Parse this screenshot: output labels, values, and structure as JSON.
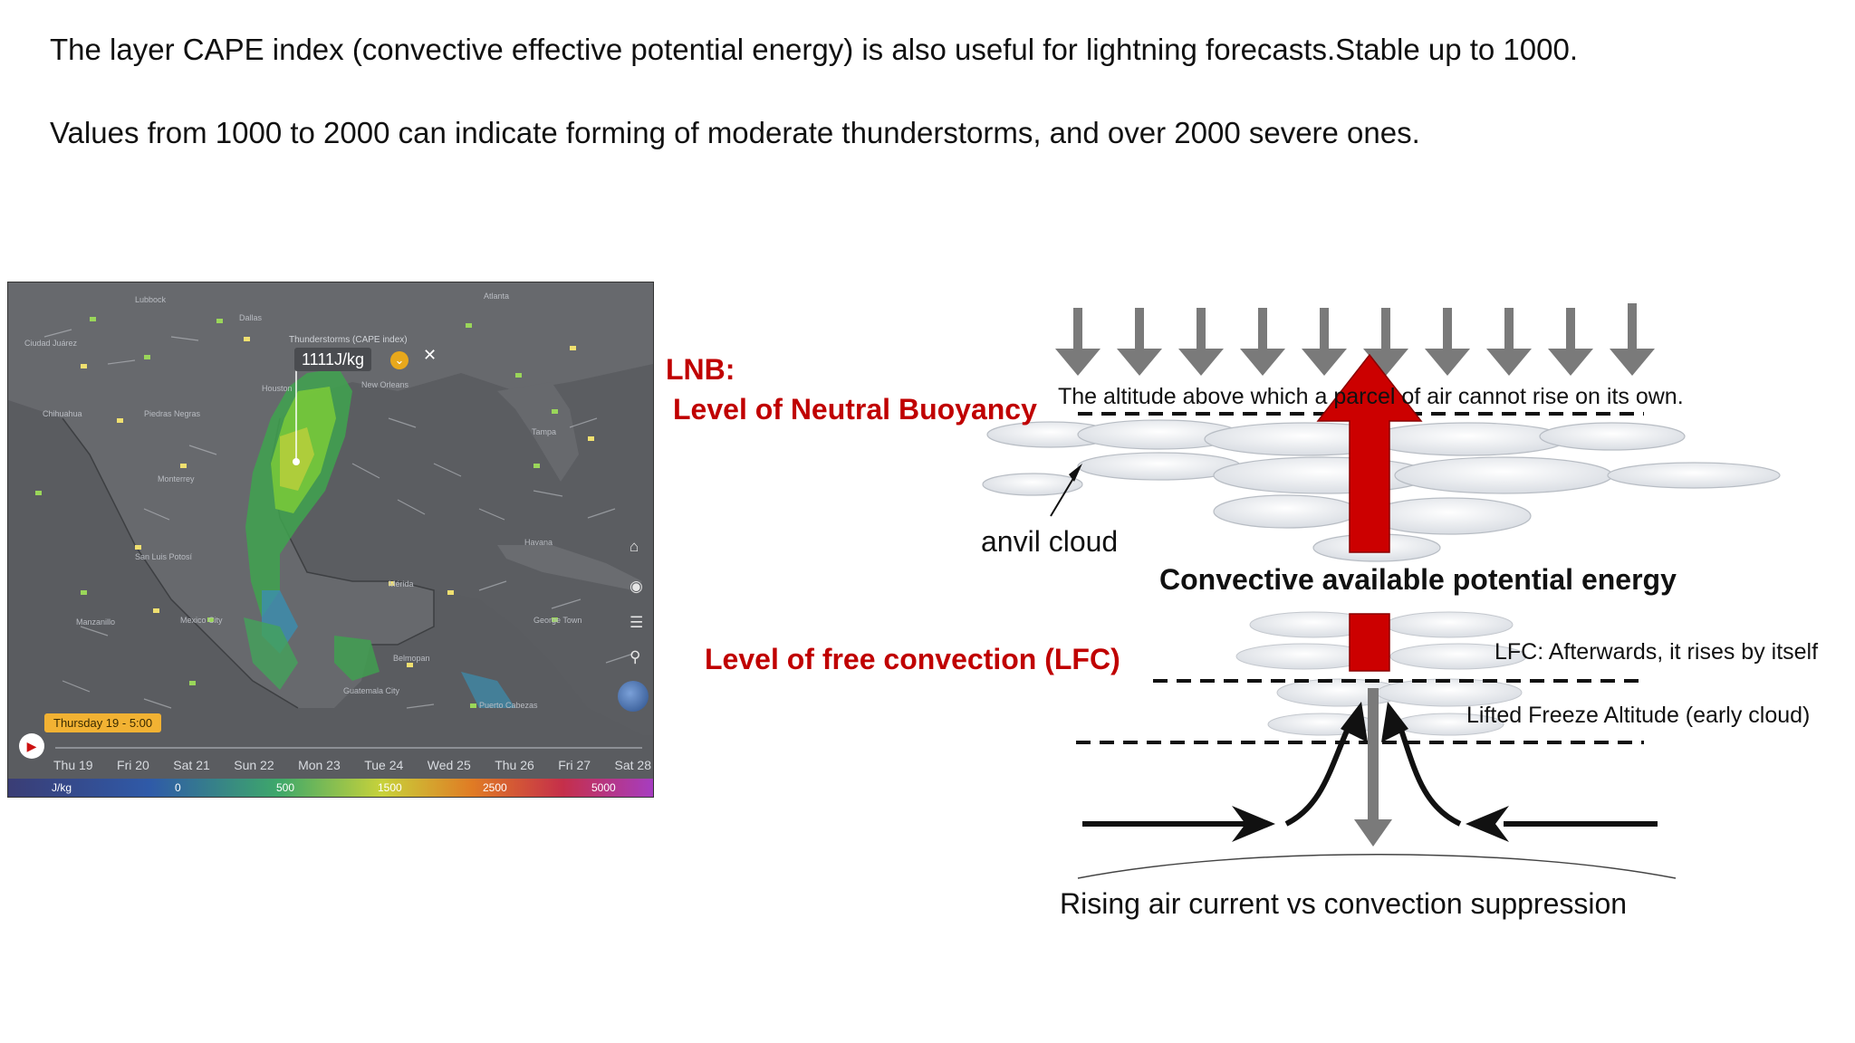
{
  "intro": {
    "line1": "The layer CAPE index (convective effective potential energy) is also useful for lightning forecasts.Stable up to 1000.",
    "line2": "Values from 1000 to 2000 can indicate forming of moderate thunderstorms, and over 2000 severe ones."
  },
  "map": {
    "popup_header": "Thunderstorms (CAPE index)",
    "popup_value": "1111J/kg",
    "date_tag": "Thursday 19 - 5:00",
    "days": [
      "Thu 19",
      "Fri 20",
      "Sat 21",
      "Sun 22",
      "Mon 23",
      "Tue 24",
      "Wed 25",
      "Thu 26",
      "Fri 27",
      "Sat 28"
    ],
    "legend": {
      "unit": "J/kg",
      "ticks": [
        "0",
        "500",
        "1500",
        "2500",
        "5000"
      ]
    },
    "place_labels": [
      "Lubbock",
      "Dallas",
      "Atlanta",
      "Ciudad Juárez",
      "Chihuahua",
      "Piedras Negras",
      "Houston",
      "New Orleans",
      "Tampa",
      "Monterrey",
      "San Luis Potosí",
      "Manzanillo",
      "Mexico City",
      "Mérida",
      "Havana",
      "George Town",
      "Belmopan",
      "Guatemala City",
      "Puerto Cabezas"
    ]
  },
  "diagram": {
    "lnb_abbrev": "LNB:",
    "lnb_full": "Level of Neutral Buoyancy",
    "lnb_desc": "The altitude above which a parcel of air cannot rise on its own.",
    "anvil": "anvil cloud",
    "cape_label": "Convective available potential energy",
    "lfc_label": "Level of free convection (LFC)",
    "lfc_desc": "LFC: Afterwards, it rises by itself",
    "freeze_desc": "Lifted Freeze Altitude (early cloud)",
    "bottom_label": "Rising air current  vs convection suppression"
  },
  "colors": {
    "accent_red": "#c00000",
    "arrow_red": "#cc0000",
    "arrow_gray": "#7a7a7a",
    "map_bg": "#5b5d61"
  }
}
